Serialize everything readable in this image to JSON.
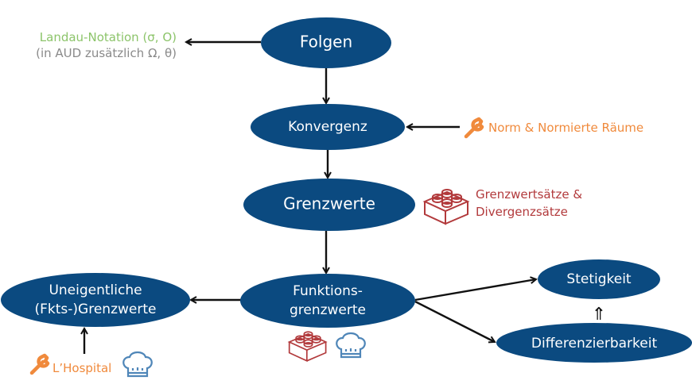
{
  "colors": {
    "node": "#0b4a80",
    "tool": "#f08a3c",
    "theorem": "#b23a3c",
    "landau": "#8cc46a",
    "note": "#8a8a8a",
    "chef": "#4f86b8"
  },
  "nodes": {
    "folgen": "Folgen",
    "konvergenz": "Konvergenz",
    "grenzwerte": "Grenzwerte",
    "funktions_line1": "Funktions-",
    "funktions_line2": "grenzwerte",
    "uneigentliche_line1": "Uneigentliche",
    "uneigentliche_line2": "(Fkts-)Grenzwerte",
    "stetigkeit": "Stetigkeit",
    "differenzierbarkeit": "Differenzierbarkeit"
  },
  "annotations": {
    "landau_line1": "Landau-Notation (σ, O)",
    "landau_line2": "(in AUD zusätzlich Ω, θ)",
    "norm": "Norm & Normierte Räume",
    "grenzwertsaetze_line1": "Grenzwertsätze &",
    "grenzwertsaetze_line2": "Divergenzsätze",
    "lhospital": "L’Hospital",
    "implies": "⇑"
  },
  "icons": [
    "wrench-icon",
    "lego-brick-icon",
    "chef-hat-icon"
  ]
}
